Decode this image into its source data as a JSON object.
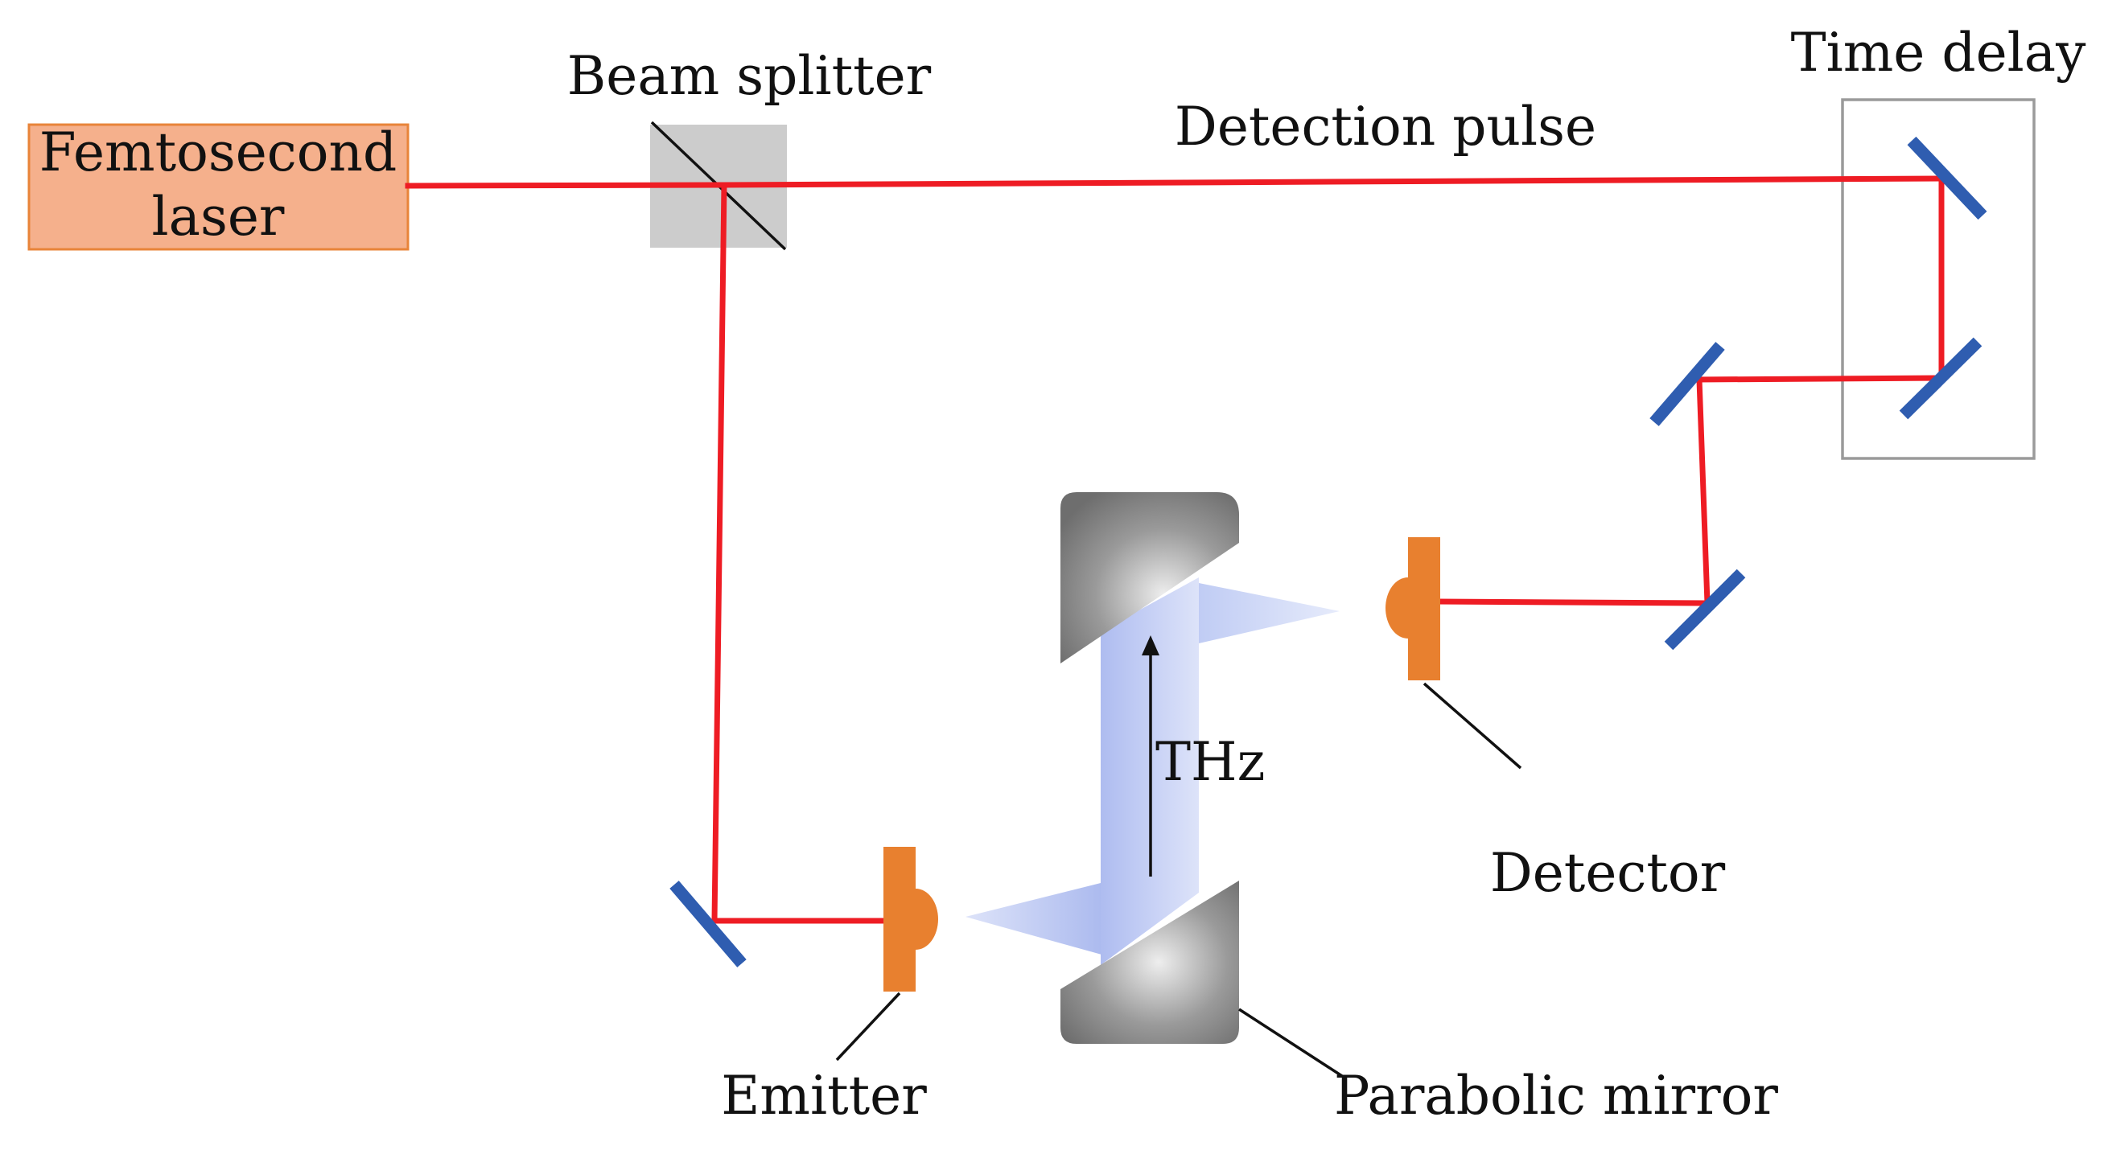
{
  "labels": {
    "laser_line1": "Femtosecond",
    "laser_line2": "laser",
    "beam_splitter": "Beam splitter",
    "detection_pulse": "Detection pulse",
    "time_delay": "Time delay",
    "thz": "THz",
    "detector": "Detector",
    "emitter": "Emitter",
    "parabolic_mirror": "Parabolic mirror"
  },
  "colors": {
    "beam": "#ee1c24",
    "laser_fill": "#f5b08c",
    "laser_border": "#e8843a",
    "mirror": "#2f5db0",
    "antenna": "#e8802f",
    "splitter": "#cccccc",
    "thz_beam": "#b9c6f2",
    "parabolic": "#8a8a8a"
  }
}
